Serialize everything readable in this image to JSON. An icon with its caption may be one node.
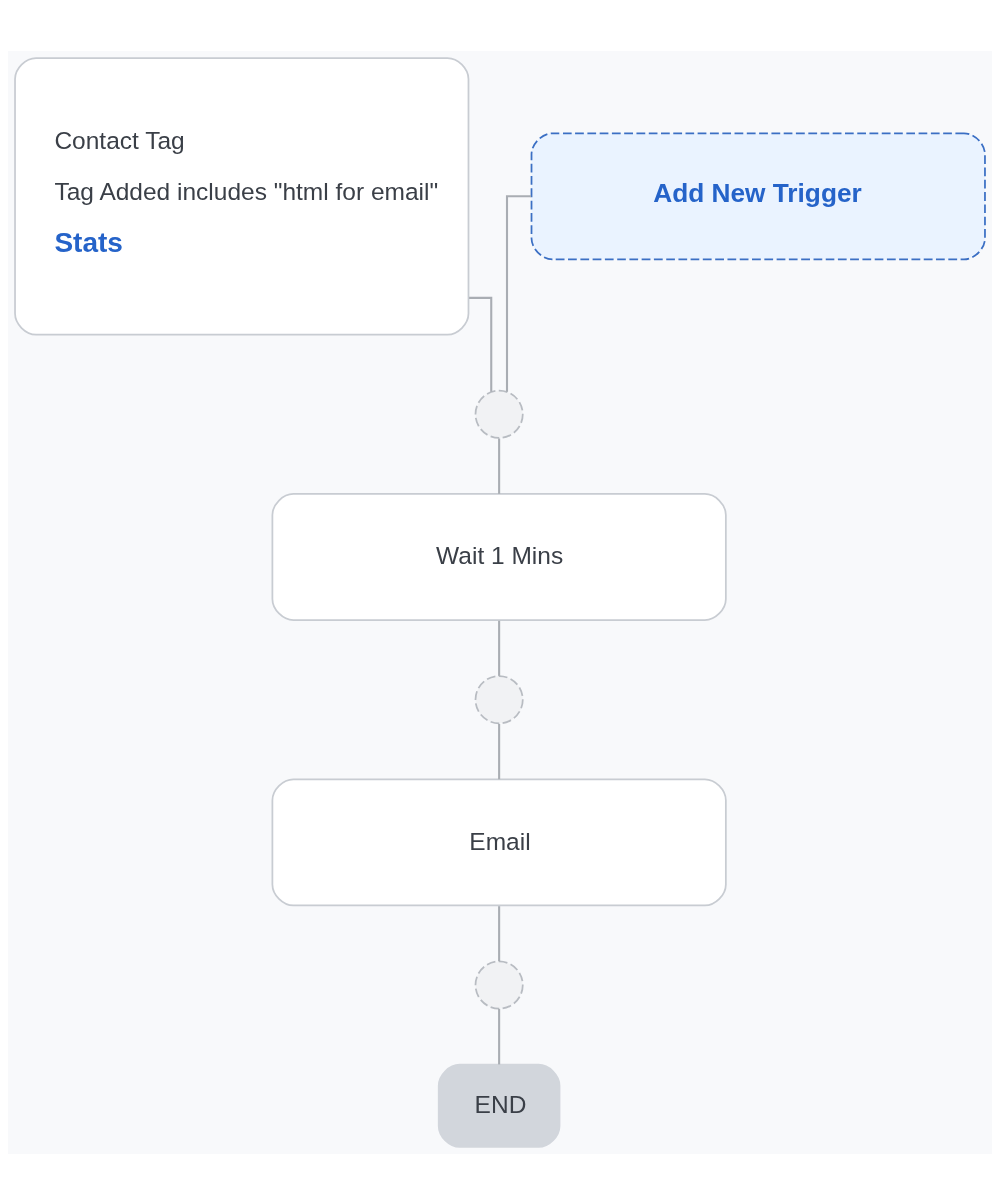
{
  "diagram": {
    "nodes": [
      {
        "text": [
          "Contact Tag",
          "Tag Added includes \"html for email\"",
          "Stats"
        ]
      },
      {
        "text": [
          "Add New Trigger"
        ]
      },
      {
        "text": [],
        "shape": "circle"
      },
      {
        "text": [
          "Wait 1 Mins"
        ]
      },
      {
        "text": [],
        "shape": "circle"
      },
      {
        "text": [
          "Email"
        ]
      },
      {
        "text": [],
        "shape": "circle"
      },
      {
        "text": [
          "END"
        ]
      }
    ],
    "edges": [
      {
        "from": 0,
        "to": 2,
        "arrow": "none"
      },
      {
        "from": 1,
        "to": 2,
        "arrow": "none"
      },
      {
        "from": 2,
        "to": 3,
        "arrow": "none"
      },
      {
        "from": 3,
        "to": 4,
        "arrow": "none"
      },
      {
        "from": 4,
        "to": 5,
        "arrow": "none"
      },
      {
        "from": 5,
        "to": 6,
        "arrow": "none"
      },
      {
        "from": 6,
        "to": 7,
        "arrow": "none"
      }
    ]
  }
}
